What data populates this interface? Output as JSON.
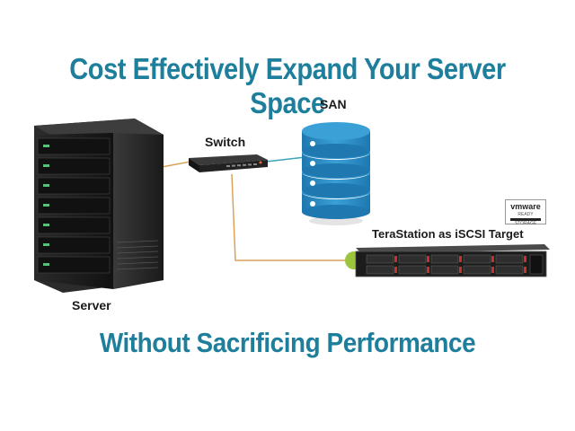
{
  "title": "Cost Effectively Expand Your Server Space",
  "subtitle": "Without Sacrificing Performance",
  "nodes": {
    "server": "Server",
    "switch": "Switch",
    "san": "SAN",
    "terastation": "TeraStation as iSCSI Target"
  },
  "badge": {
    "brand": "vmware",
    "line1": "READY",
    "line2": "STORAGE"
  },
  "colors": {
    "headline": "#1e7f9c",
    "san_blue": "#2b8fc8",
    "link_teal": "#3aa6b8",
    "link_orange": "#d9a45a",
    "link_green": "#9bc53d"
  }
}
